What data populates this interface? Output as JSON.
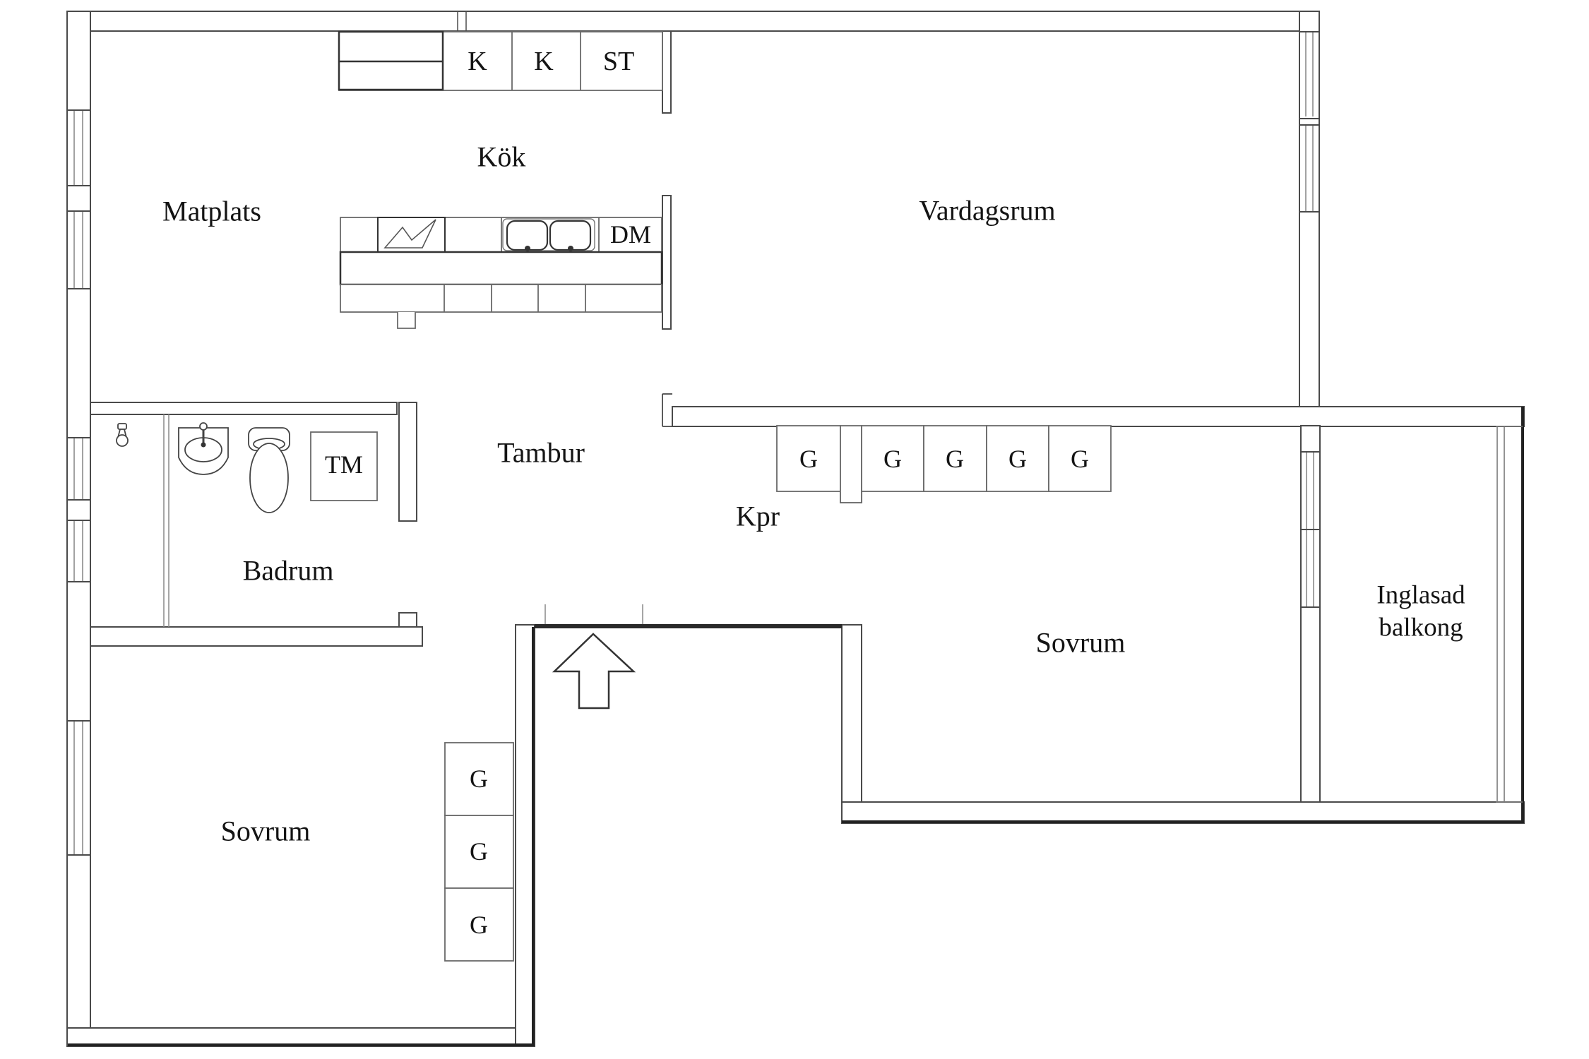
{
  "plan": {
    "type": "apartment-floor-plan",
    "language": "Swedish"
  },
  "rooms": {
    "matplats": "Matplats",
    "kok": "Kök",
    "vardagsrum": "Vardagsrum",
    "tambur": "Tambur",
    "kpr": "Kpr",
    "badrum": "Badrum",
    "sovrum_left": "Sovrum",
    "sovrum_right": "Sovrum",
    "balkong_line1": "Inglasad",
    "balkong_line2": "balkong"
  },
  "appliances": {
    "fridge_cabinet_1": "K",
    "fridge_cabinet_2": "K",
    "tall_cabinet": "ST",
    "dishwasher": "DM",
    "washing_machine": "TM"
  },
  "wardrobes": {
    "row": [
      "G",
      "G",
      "G",
      "G",
      "G"
    ],
    "column": [
      "G",
      "G",
      "G"
    ]
  },
  "icons": {
    "entrance_arrow": "up-arrow",
    "kitchen_sink": "double-basin-sink",
    "stove": "stove-zigzag",
    "bath_sink": "washbasin",
    "toilet": "toilet",
    "shower": "shower-mixer"
  },
  "colors": {
    "background": "#ffffff",
    "wall_line": "#4a4a4a",
    "wall_dark": "#222222",
    "thin_line": "#888888",
    "text": "#141414"
  }
}
